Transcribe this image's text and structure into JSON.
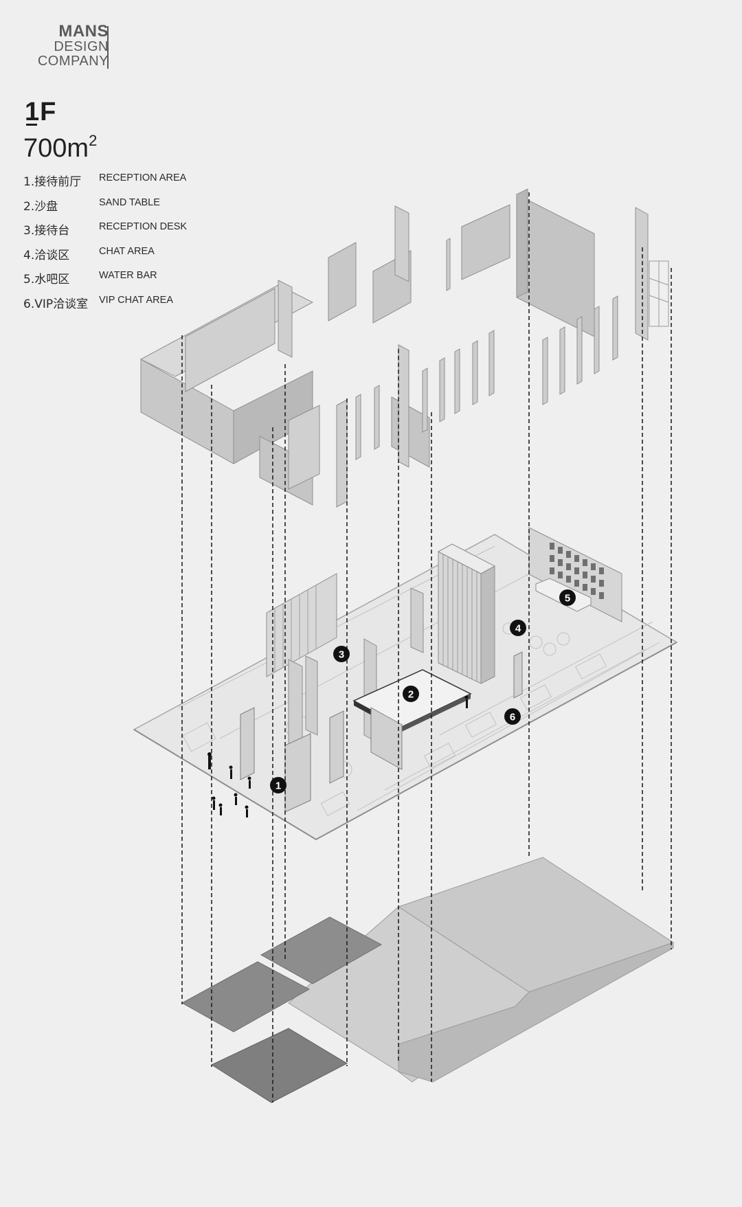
{
  "logo": {
    "line1": "MANS",
    "line2": "DESIGN",
    "line3": "COMPANY"
  },
  "floor": {
    "label": "1F",
    "area_value": "700m",
    "area_exp": "2"
  },
  "legend": [
    {
      "cn": "1.接待前厅",
      "en": "RECEPTION AREA"
    },
    {
      "cn": "2.沙盘",
      "en": "SAND TABLE"
    },
    {
      "cn": "3.接待台",
      "en": "RECEPTION DESK"
    },
    {
      "cn": "4.洽谈区",
      "en": "CHAT AREA"
    },
    {
      "cn": "5.水吧区",
      "en": "WATER BAR"
    },
    {
      "cn": "6.VIP洽谈室",
      "en": "VIP CHAT AREA"
    }
  ],
  "markers": [
    "1",
    "2",
    "3",
    "4",
    "5",
    "6"
  ],
  "colors": {
    "background": "#efefef",
    "wall_face": "#c9c9c9",
    "wall_side": "#b5b5b5",
    "floor_plate": "#e6e6e6",
    "slab_dark": "#8c8c8c",
    "slab_mid": "#a9a9a9",
    "slab_light": "#cdcdcd",
    "marker": "#111111"
  }
}
